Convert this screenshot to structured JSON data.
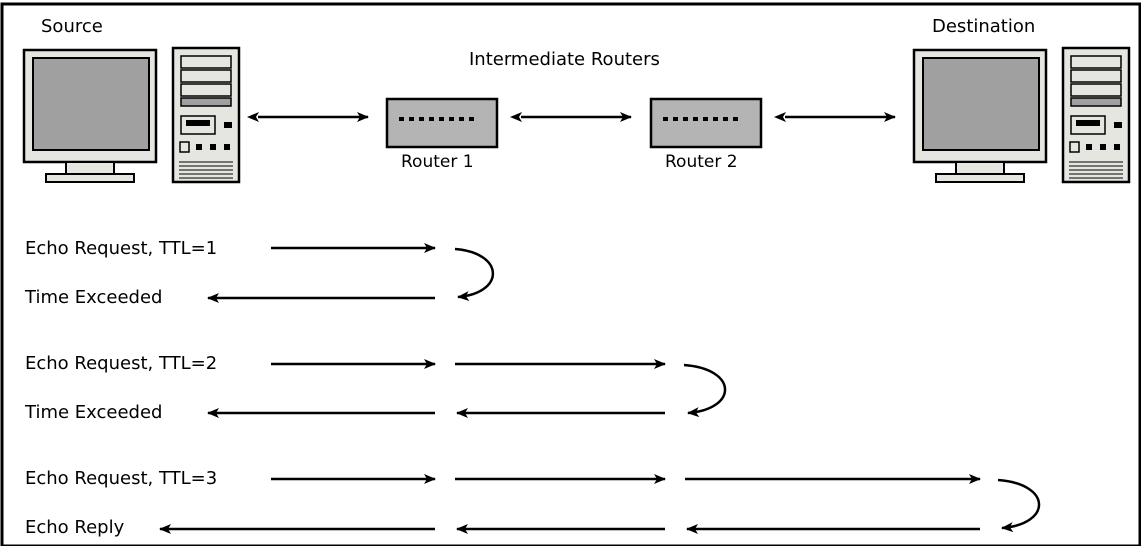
{
  "header": {
    "source_label": "Source",
    "routers_title": "Intermediate Routers",
    "destination_label": "Destination"
  },
  "routers": [
    {
      "label": "Router 1"
    },
    {
      "label": "Router 2"
    }
  ],
  "steps": [
    {
      "request": "Echo Request, TTL=1",
      "response": "Time Exceeded",
      "hops": 1
    },
    {
      "request": "Echo Request, TTL=2",
      "response": "Time Exceeded",
      "hops": 2
    },
    {
      "request": "Echo Request, TTL=3",
      "response": "Echo Reply",
      "hops": 3
    }
  ],
  "colors": {
    "monitor_screen": "#a0a0a0",
    "case_fill": "#e6e6e0",
    "router_fill": "#b4b4b4",
    "line": "#000000"
  },
  "icons": [
    "computer-icon",
    "router-icon",
    "arrow-icon"
  ]
}
